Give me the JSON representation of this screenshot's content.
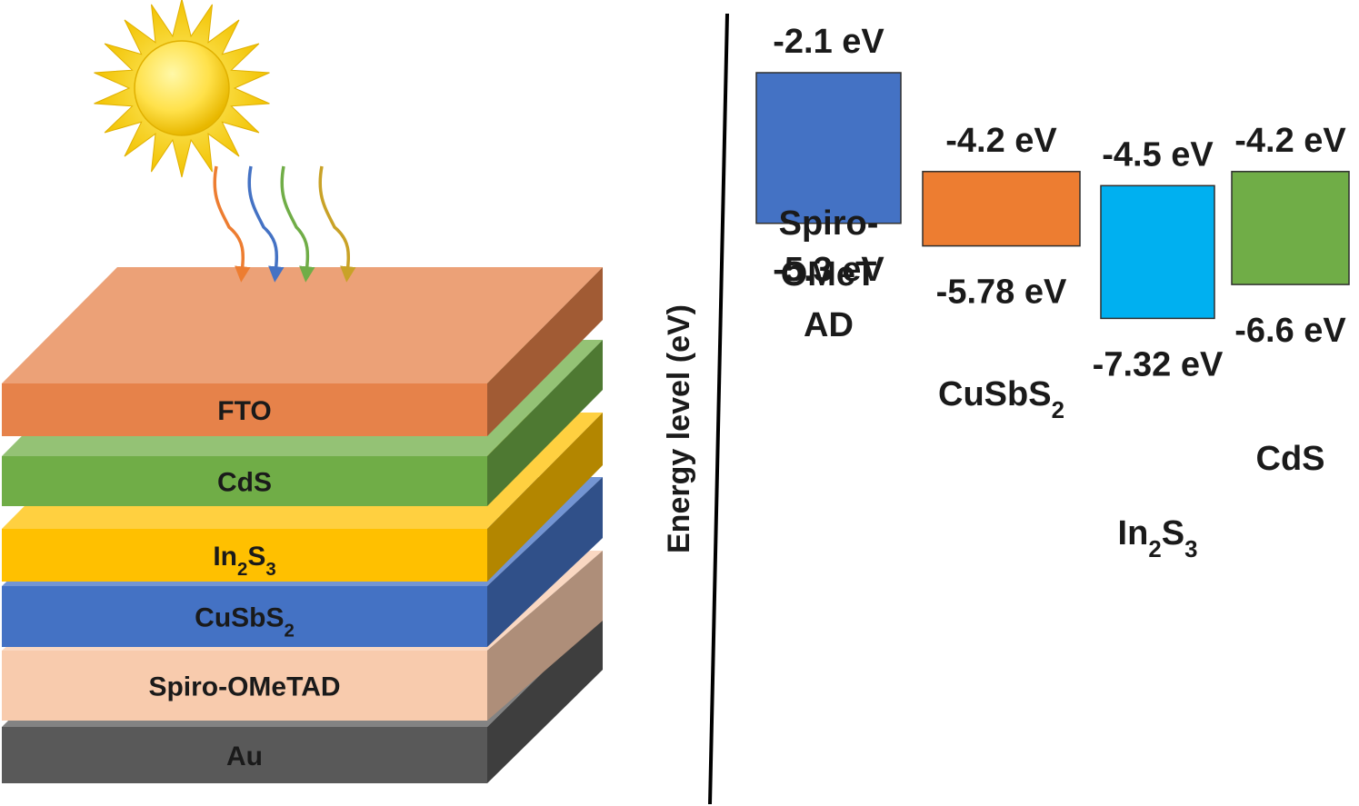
{
  "layers": [
    {
      "name": "FTO",
      "sub": "",
      "suffix": "",
      "sub2": "",
      "color": "#E6824A"
    },
    {
      "name": "CdS",
      "sub": "",
      "suffix": "",
      "sub2": "",
      "color": "#70AD47"
    },
    {
      "name": "In",
      "sub": "2",
      "suffix": "S",
      "sub2": "3",
      "color": "#FFC000"
    },
    {
      "name": "CuSbS",
      "sub": "2",
      "suffix": "",
      "sub2": "",
      "color": "#4472C4"
    },
    {
      "name": "Spiro-OMeTAD",
      "sub": "",
      "suffix": "",
      "sub2": "",
      "color": "#F8CBAD"
    },
    {
      "name": "Au",
      "sub": "",
      "suffix": "",
      "sub2": "",
      "color": "#595959"
    }
  ],
  "light_ray_colors": [
    "#ED7D31",
    "#4472C4",
    "#70AD47",
    "#C9A227"
  ],
  "energy_diagram": {
    "axis_label": "Energy level (eV)",
    "bands": [
      {
        "label_lines": [
          "Spiro-",
          "OMeT",
          "AD"
        ],
        "top_label": "-2.1 eV",
        "bottom_label": "-5.3 eV",
        "color": "#4472C4"
      },
      {
        "label": "CuSbS",
        "label_sub": "2",
        "label_suffix": "",
        "label_sub2": "",
        "top_label": "-4.2 eV",
        "bottom_label": "-5.78 eV",
        "color": "#ED7D31"
      },
      {
        "label": "In",
        "label_sub": "2",
        "label_suffix": "S",
        "label_sub2": "3",
        "top_label": "-4.5 eV",
        "bottom_label": "-7.32 eV",
        "color": "#00B0F0"
      },
      {
        "label": "CdS",
        "label_sub": "",
        "label_suffix": "",
        "label_sub2": "",
        "top_label": "-4.2 eV",
        "bottom_label": "-6.6 eV",
        "color": "#70AD47"
      }
    ]
  }
}
